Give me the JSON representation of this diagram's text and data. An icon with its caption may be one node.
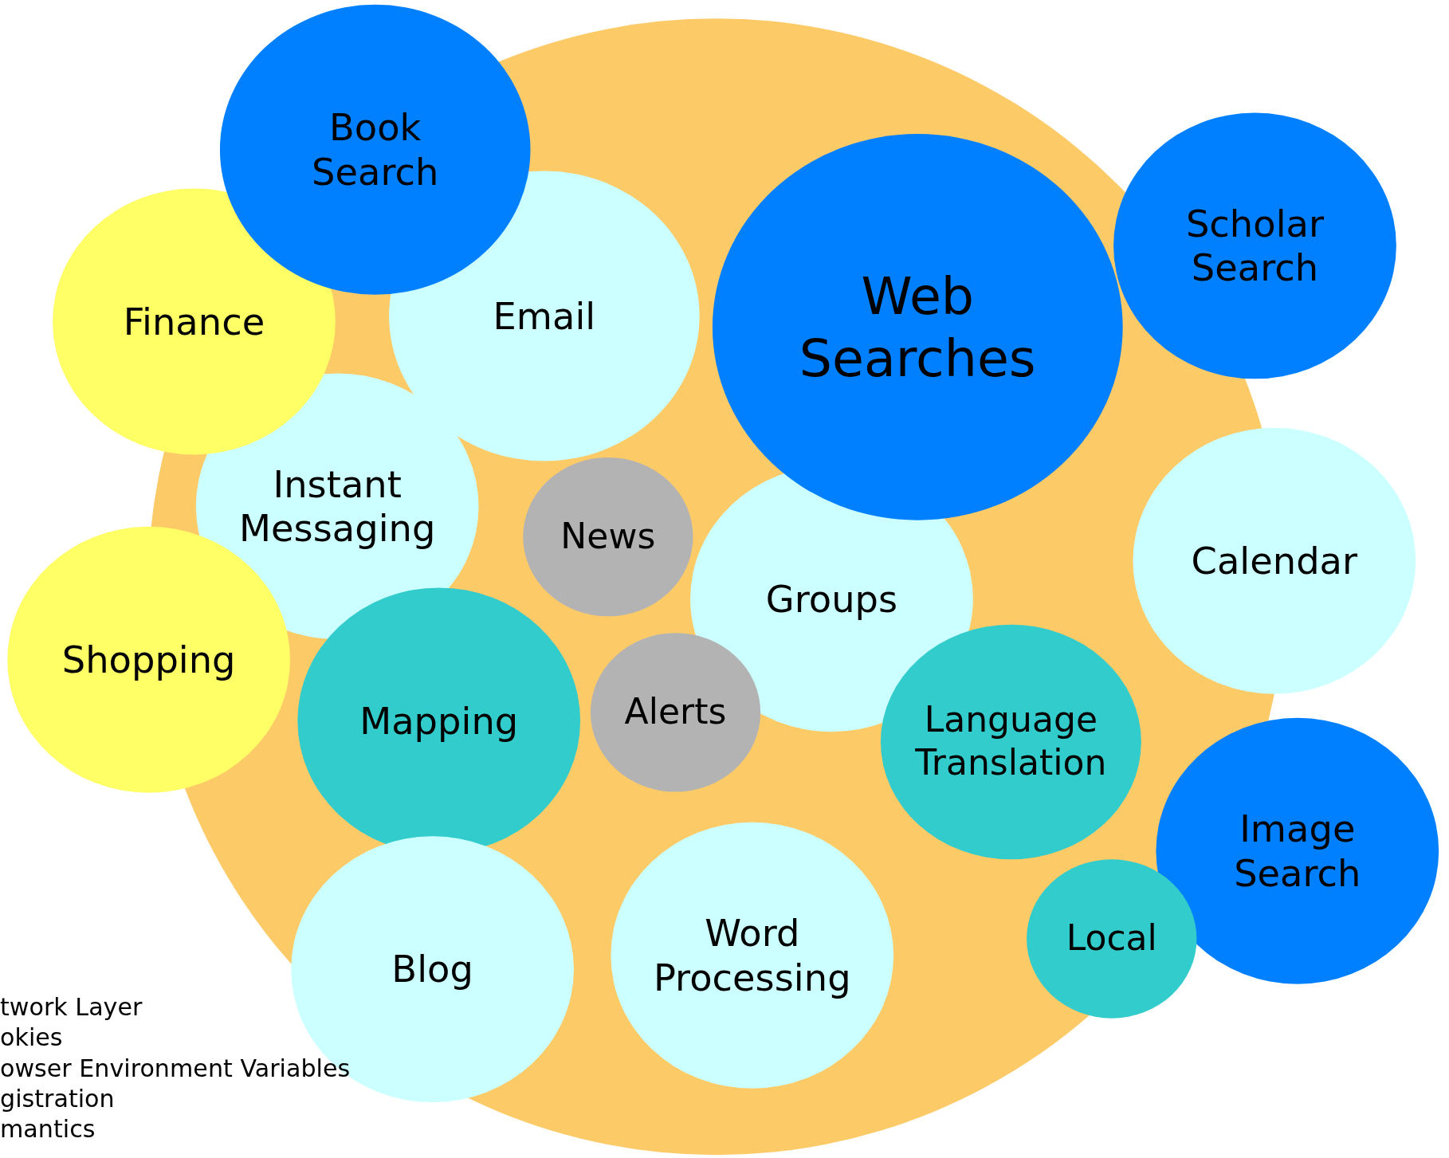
{
  "diagram": {
    "nodes": [
      {
        "text": [
          "Book Search"
        ]
      },
      {
        "text": [
          "Scholar Search"
        ]
      },
      {
        "text": [
          "Email"
        ]
      },
      {
        "text": [
          "Finance"
        ]
      },
      {
        "text": [
          "Web Searches"
        ]
      },
      {
        "text": [
          "Instant Messaging"
        ]
      },
      {
        "text": [
          "News"
        ]
      },
      {
        "text": [
          "Calendar"
        ]
      },
      {
        "text": [
          "Groups"
        ]
      },
      {
        "text": [
          "Shopping"
        ]
      },
      {
        "text": [
          "Alerts"
        ]
      },
      {
        "text": [
          "Mapping"
        ]
      },
      {
        "text": [
          "Language Translation"
        ]
      },
      {
        "text": [
          "Image Search"
        ]
      },
      {
        "text": [
          "Local"
        ]
      },
      {
        "text": [
          "Blog"
        ]
      },
      {
        "text": [
          "Word Processing"
        ]
      }
    ],
    "labels": [
      "twork Layer",
      "okies",
      "owser Environment Variables",
      "gistration",
      "mantics"
    ]
  }
}
